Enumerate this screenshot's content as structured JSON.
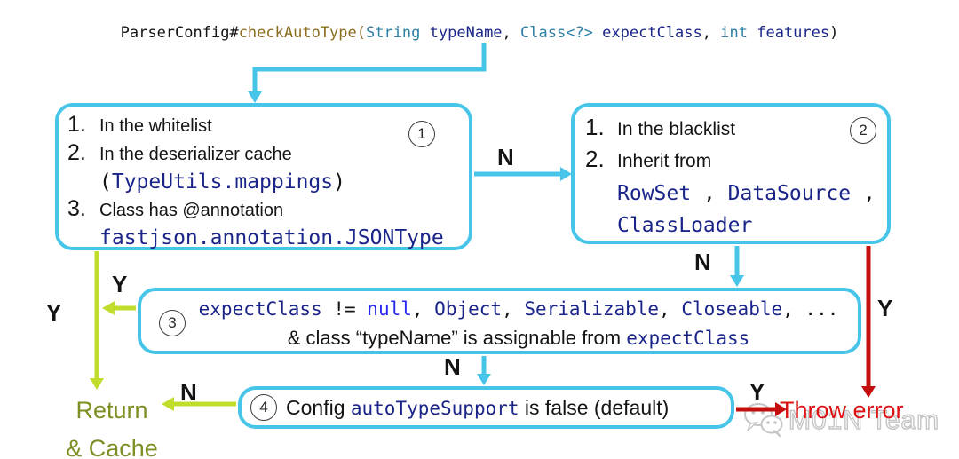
{
  "palette": {
    "cyan": "#47c5e9",
    "navy": "#1b2589",
    "brightblue": "#2828f0",
    "teal": "#2d7fa6",
    "olivecode": "#8a6d1e",
    "chartreuse": "#c2dc2c",
    "olivetext": "#7d8f23",
    "red": "#c40d0d",
    "redtext": "#dc1414",
    "black": "#141414",
    "graywm": "#c5c5c5"
  },
  "signature": {
    "segments": [
      {
        "t": "ParserConfig#",
        "c": "black"
      },
      {
        "t": "checkAutoType(",
        "c": "olivecode"
      },
      {
        "t": "String",
        "c": "teal"
      },
      {
        "t": " ",
        "c": "black"
      },
      {
        "t": "typeName",
        "c": "navy"
      },
      {
        "t": ", ",
        "c": "black"
      },
      {
        "t": "Class<?>",
        "c": "teal"
      },
      {
        "t": " ",
        "c": "black"
      },
      {
        "t": "expectClass",
        "c": "navy"
      },
      {
        "t": ", ",
        "c": "black"
      },
      {
        "t": "int",
        "c": "teal"
      },
      {
        "t": " ",
        "c": "black"
      },
      {
        "t": "features",
        "c": "navy"
      },
      {
        "t": ")",
        "c": "black"
      }
    ]
  },
  "boxes": {
    "box1": {
      "number": "1",
      "items": [
        {
          "num": "1.",
          "lines": [
            [
              {
                "t": "In the whitelist",
                "c": "black"
              }
            ]
          ]
        },
        {
          "num": "2.",
          "lines": [
            [
              {
                "t": "In the deserializer cache",
                "c": "black"
              }
            ],
            [
              {
                "t": "(",
                "c": "black"
              },
              {
                "t": "TypeUtils.mappings",
                "c": "navy"
              },
              {
                "t": ")",
                "c": "black"
              }
            ]
          ]
        },
        {
          "num": "3.",
          "lines": [
            [
              {
                "t": "Class has @annotation",
                "c": "black"
              }
            ],
            [
              {
                "t": "fastjson.annotation.JSONType",
                "c": "navy"
              }
            ]
          ]
        }
      ]
    },
    "box2": {
      "number": "2",
      "items": [
        {
          "num": "1.",
          "lines": [
            [
              {
                "t": "In the blacklist",
                "c": "black"
              }
            ]
          ]
        },
        {
          "num": "2.",
          "lines": [
            [
              {
                "t": "Inherit from",
                "c": "black"
              }
            ],
            [
              {
                "t": "RowSet",
                "c": "navy"
              },
              {
                "t": " , ",
                "c": "black"
              },
              {
                "t": "DataSource",
                "c": "navy"
              },
              {
                "t": " ,",
                "c": "black"
              }
            ],
            [
              {
                "t": "ClassLoader",
                "c": "navy"
              }
            ]
          ]
        }
      ]
    },
    "box3": {
      "number": "3",
      "line1": [
        {
          "t": "expectClass",
          "c": "navy"
        },
        {
          "t": " != ",
          "c": "black"
        },
        {
          "t": "null",
          "c": "brightblue"
        },
        {
          "t": ", ",
          "c": "black"
        },
        {
          "t": "Object",
          "c": "navy"
        },
        {
          "t": ", ",
          "c": "black"
        },
        {
          "t": "Serializable",
          "c": "navy"
        },
        {
          "t": ", ",
          "c": "black"
        },
        {
          "t": "Closeable",
          "c": "navy"
        },
        {
          "t": ", ...",
          "c": "black"
        }
      ],
      "line2": [
        {
          "t": "& class “typeName” is assignable from ",
          "c": "black"
        },
        {
          "t": "expectClass",
          "c": "navy",
          "f": "mono"
        }
      ]
    },
    "box4": {
      "number": "4",
      "line": [
        {
          "t": "Config ",
          "c": "black"
        },
        {
          "t": "autoTypeSupport",
          "c": "navy",
          "f": "mono"
        },
        {
          "t": " is false (default)",
          "c": "black"
        }
      ]
    }
  },
  "flow_labels": {
    "n_box1_box2": "N",
    "n_box2_box3": "N",
    "n_box3_box4": "N",
    "y_box1_return": "Y",
    "y_box3_return": "Y",
    "n_box4_return": "N",
    "y_box2_throw": "Y",
    "y_box4_throw": "Y"
  },
  "terminals": {
    "return_line1": "Return",
    "return_line2": "& Cache",
    "throw_error": "Throw error"
  },
  "watermark": {
    "team": "M01N Team"
  }
}
